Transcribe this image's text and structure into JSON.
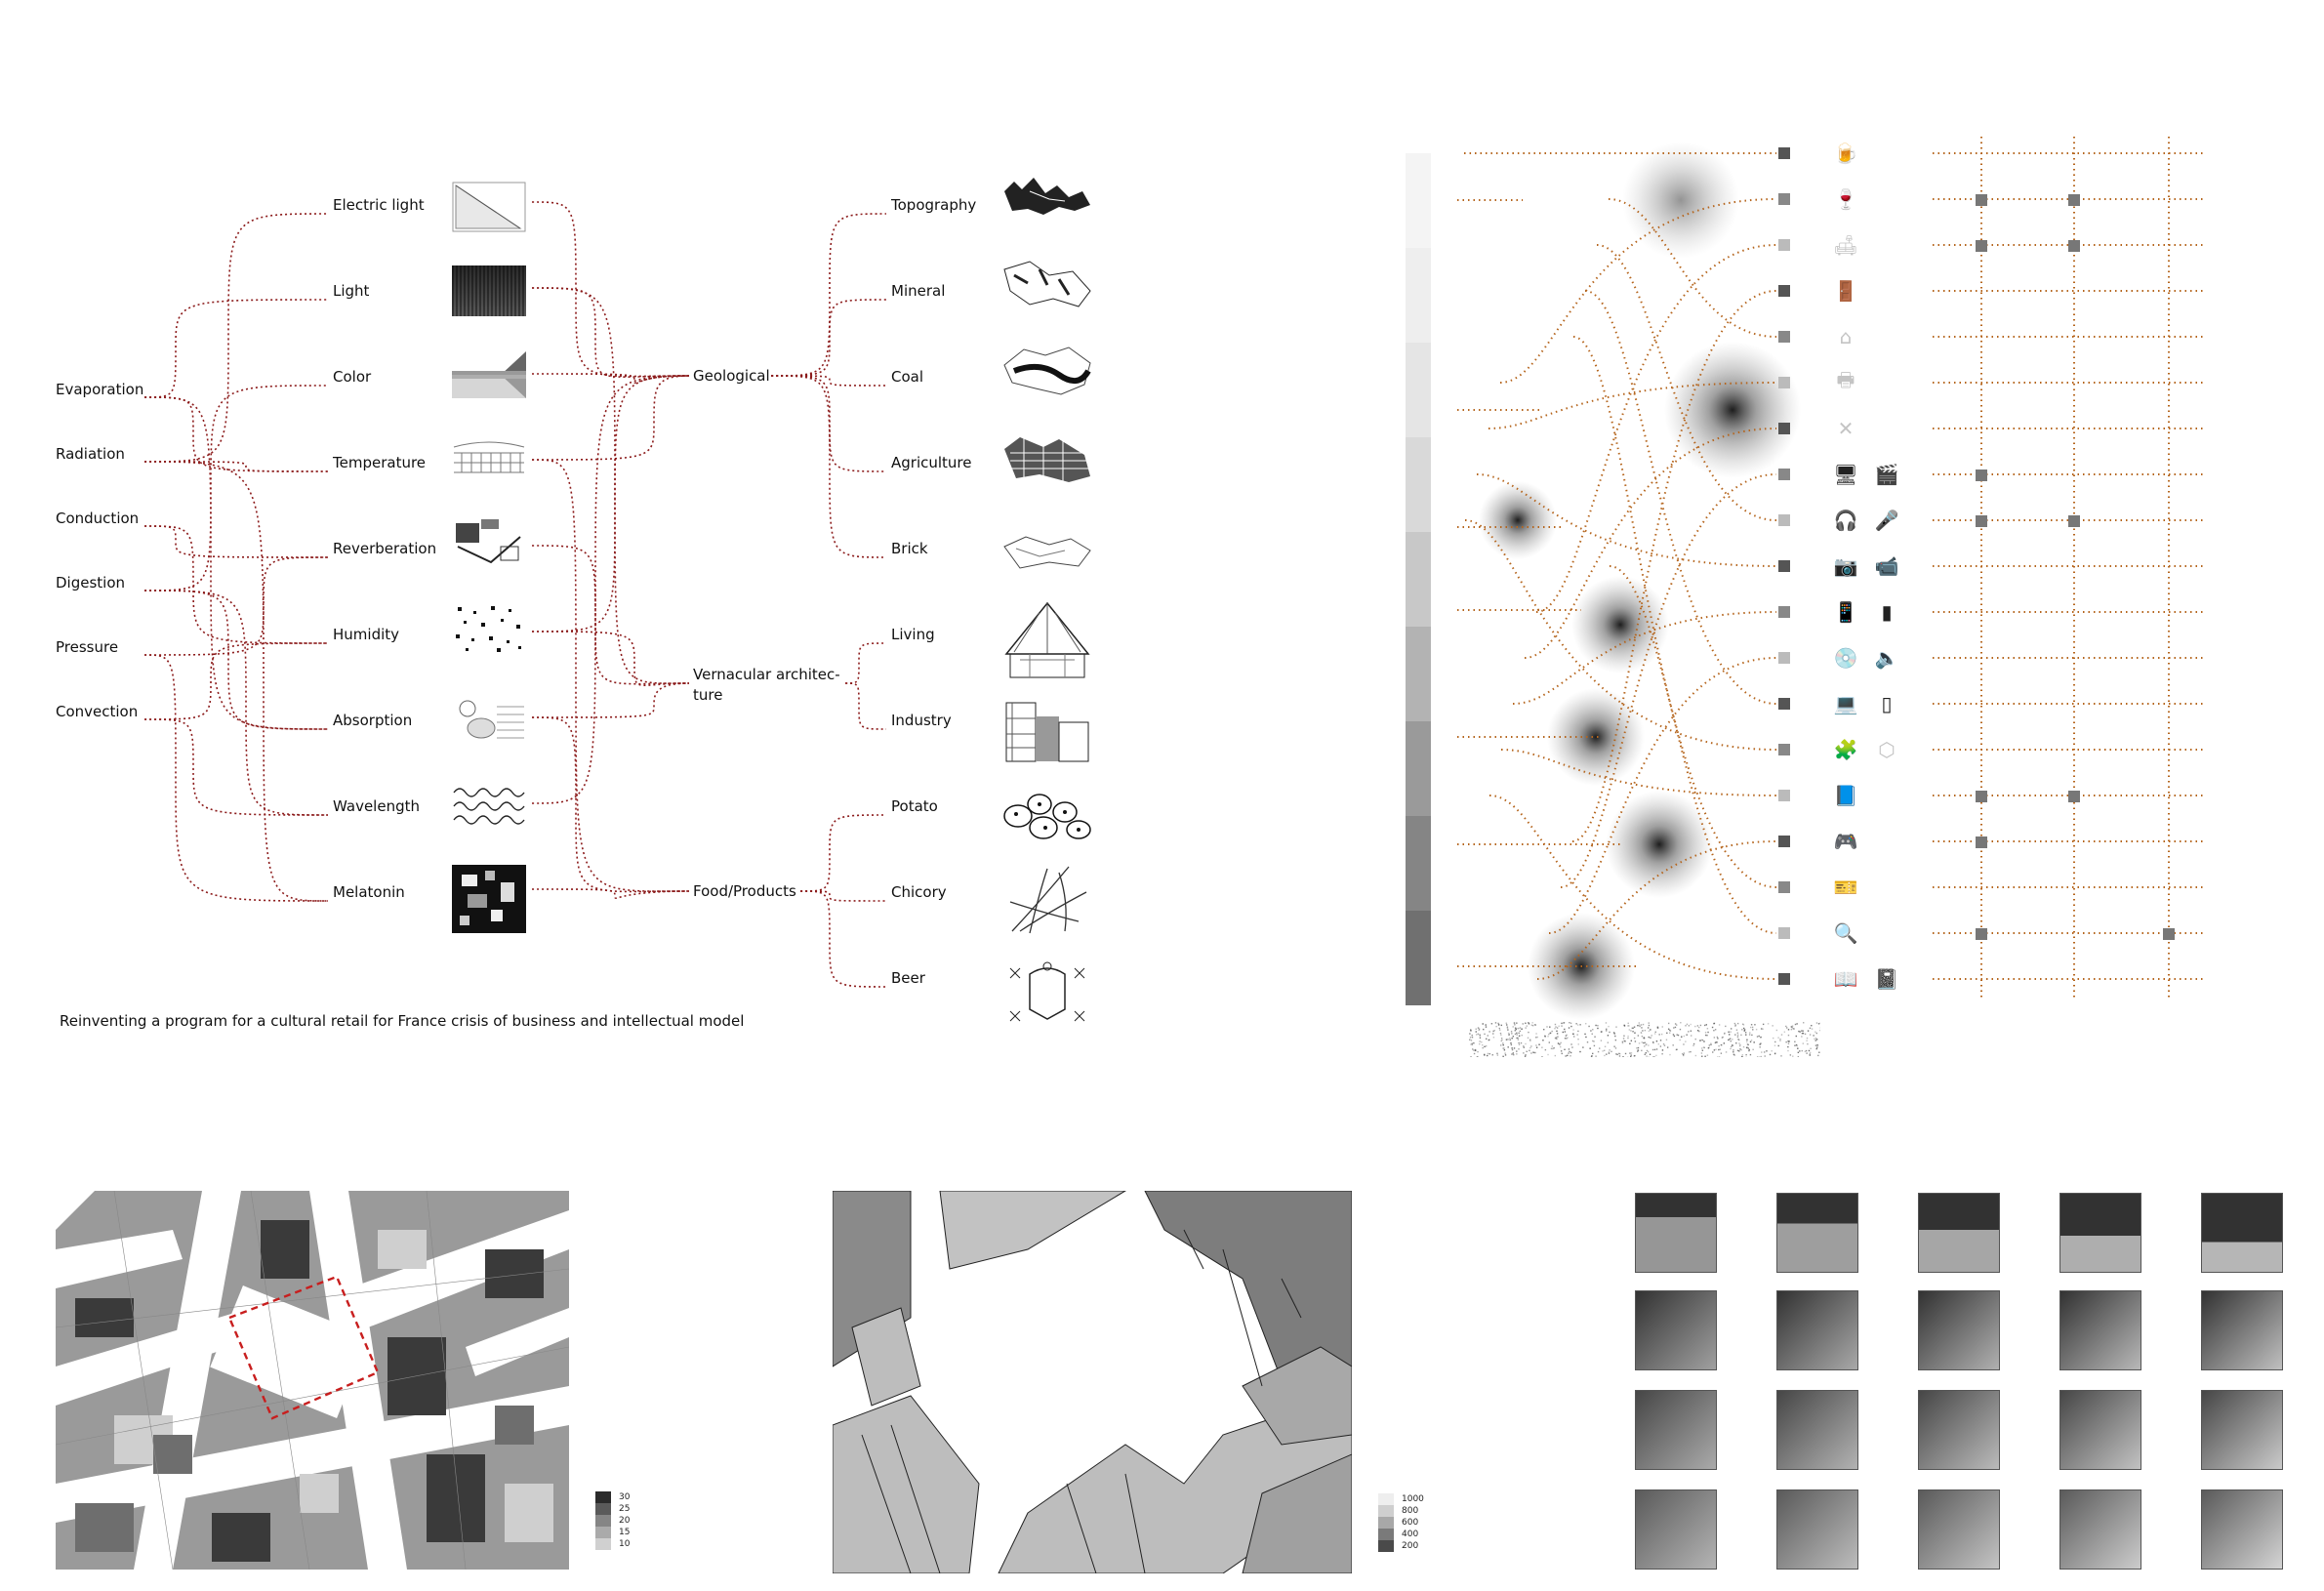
{
  "diagram": {
    "left_labels": [
      "Evaporation",
      "Radiation",
      "Conduction",
      "Digestion",
      "Pressure",
      "Convection"
    ],
    "middle_labels": [
      "Electric light",
      "Light",
      "Color",
      "Temperature",
      "Reverberation",
      "Humidity",
      "Absorption",
      "Wavelength",
      "Melatonin"
    ],
    "categories": [
      "Geological",
      "Vernacular architec- ture",
      "Food/Products"
    ],
    "right_labels": [
      "Topography",
      "Mineral",
      "Coal",
      "Agriculture",
      "Brick",
      "Living",
      "Industry",
      "Potato",
      "Chicory",
      "Beer"
    ],
    "caption": "Reinventing a program for a cultural retail for France crisis of business and intellectual model",
    "line_color": "#8b1a1a"
  },
  "icon_panel": {
    "dot_line_color": "#b5651d",
    "icons": [
      [
        "beer-mug-icon"
      ],
      [
        "wine-glass-icon"
      ],
      [
        "sofa-icon"
      ],
      [
        "door-icon"
      ],
      [
        "house-icon"
      ],
      [
        "printer-icon"
      ],
      [
        "close-x-icon"
      ],
      [
        "monitor-icon",
        "clapperboard-icon"
      ],
      [
        "headphones-icon",
        "microphone-icon"
      ],
      [
        "camera-icon",
        "video-camera-icon"
      ],
      [
        "smartphone-icon",
        "mp3-player-icon"
      ],
      [
        "disc-icon",
        "speaker-icon"
      ],
      [
        "laptop-icon",
        "tablet-icon"
      ],
      [
        "puzzle-icon",
        "box-icon"
      ],
      [
        "ebook-icon"
      ],
      [
        "gamepad-icon"
      ],
      [
        "ticket-icon"
      ],
      [
        "search-document-icon"
      ],
      [
        "book-icon",
        "notebook-icon"
      ]
    ]
  },
  "maps": {
    "map1_legend": [
      "30",
      "25",
      "20",
      "15",
      "10"
    ],
    "map2_legend": [
      "1000",
      "800",
      "600",
      "400",
      "200"
    ],
    "colors": {
      "dark": "#3a3a3a",
      "mid": "#8a8a8a",
      "light": "#c4c4c4",
      "outline": "#c81e1e"
    }
  }
}
